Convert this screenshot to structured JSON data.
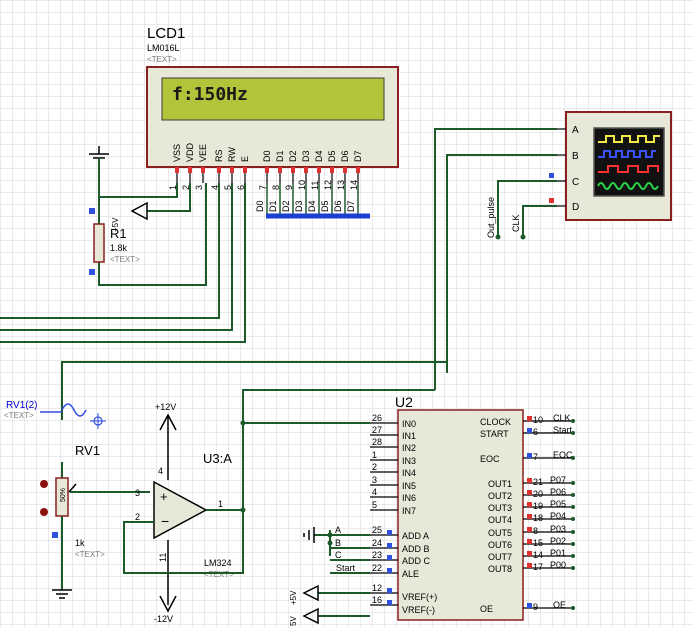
{
  "colors": {
    "background": "#ffffff",
    "grid": "#d6d6d6",
    "wire": "#1d5a2a",
    "lcd_screen": "#b3c43a",
    "component_fill": "#e8e8d8",
    "component_border": "#8a1f1f",
    "pin_red": "#e03030",
    "pin_blue": "#3050e0",
    "bus_blue": "#1a3fd1"
  },
  "lcd": {
    "name": "LCD1",
    "model": "LM016L",
    "text_placeholder": "<TEXT>",
    "display": "f:150Hz",
    "pin_names": [
      "VSS",
      "VDD",
      "VEE",
      "RS",
      "RW",
      "E",
      "D0",
      "D1",
      "D2",
      "D3",
      "D4",
      "D5",
      "D6",
      "D7"
    ],
    "pin_numbers": [
      "1",
      "2",
      "3",
      "4",
      "5",
      "6",
      "7",
      "8",
      "9",
      "10",
      "11",
      "12",
      "13",
      "14"
    ],
    "bus_labels": [
      "D0",
      "D1",
      "D2",
      "D3",
      "D4",
      "D5",
      "D6",
      "D7"
    ]
  },
  "r1": {
    "name": "R1",
    "value": "1.8k",
    "text_placeholder": "<TEXT>",
    "supply": "+5V"
  },
  "scope": {
    "channels": [
      "A",
      "B",
      "C",
      "D"
    ],
    "probe_labels": [
      "Out_pulse",
      "CLK"
    ]
  },
  "rv1": {
    "probe_label": "RV1(2)",
    "probe_placeholder": "<TEXT>",
    "name": "RV1",
    "value": "1k",
    "text_placeholder": "<TEXT>",
    "pct": "50%"
  },
  "opamp": {
    "name": "U3:A",
    "model": "LM324",
    "text_placeholder": "<TEXT>",
    "vplus": "+12V",
    "vminus": "-12V",
    "pins": {
      "in_plus": "3",
      "in_minus": "2",
      "out": "1",
      "vcc": "4",
      "vee": "11"
    }
  },
  "u2": {
    "name": "U2",
    "left_pins": [
      {
        "num": "26",
        "name": "IN0"
      },
      {
        "num": "27",
        "name": "IN1"
      },
      {
        "num": "28",
        "name": "IN2"
      },
      {
        "num": "1",
        "name": "IN3"
      },
      {
        "num": "2",
        "name": "IN4"
      },
      {
        "num": "3",
        "name": "IN5"
      },
      {
        "num": "4",
        "name": "IN6"
      },
      {
        "num": "5",
        "name": "IN7"
      },
      {
        "num": "25",
        "name": "ADD A"
      },
      {
        "num": "24",
        "name": "ADD B"
      },
      {
        "num": "23",
        "name": "ADD C"
      },
      {
        "num": "22",
        "name": "ALE"
      },
      {
        "num": "12",
        "name": "VREF(+)"
      },
      {
        "num": "16",
        "name": "VREF(-)"
      }
    ],
    "right_pins": [
      {
        "num": "10",
        "name": "CLOCK",
        "net": "CLK"
      },
      {
        "num": "6",
        "name": "START",
        "net": "Start"
      },
      {
        "num": "7",
        "name": "EOC",
        "net": "EOC"
      },
      {
        "num": "21",
        "name": "OUT1",
        "net": "P07"
      },
      {
        "num": "20",
        "name": "OUT2",
        "net": "P06"
      },
      {
        "num": "19",
        "name": "OUT3",
        "net": "P05"
      },
      {
        "num": "18",
        "name": "OUT4",
        "net": "P04"
      },
      {
        "num": "8",
        "name": "OUT5",
        "net": "P03"
      },
      {
        "num": "15",
        "name": "OUT6",
        "net": "P02"
      },
      {
        "num": "14",
        "name": "OUT7",
        "net": "P01"
      },
      {
        "num": "17",
        "name": "OUT8",
        "net": "P00"
      },
      {
        "num": "9",
        "name": "OE",
        "net": "OE"
      }
    ],
    "addr_nets": [
      "A",
      "B",
      "C",
      "Start"
    ],
    "vref_label": "+5V",
    "vref_label2": "5V"
  }
}
